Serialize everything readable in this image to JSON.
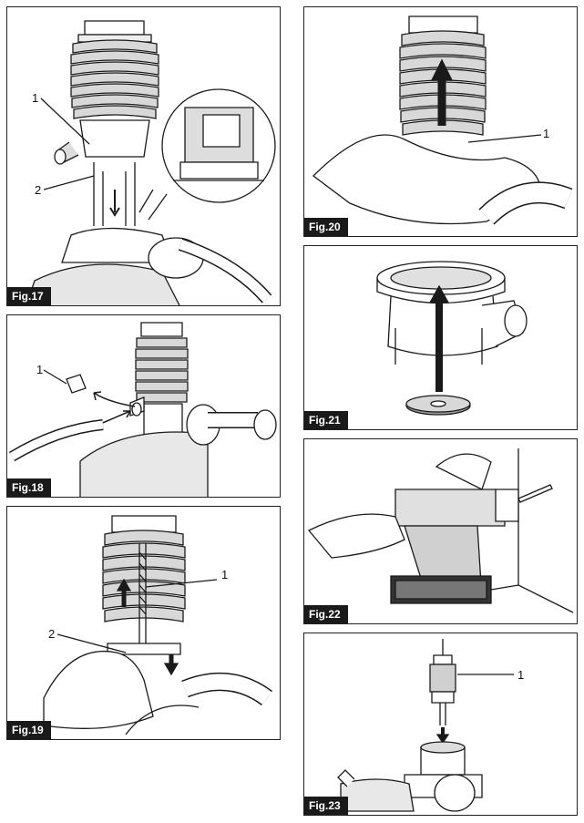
{
  "figures": [
    {
      "label": "Fig.17",
      "callouts": [
        "1",
        "2"
      ]
    },
    {
      "label": "Fig.18",
      "callouts": [
        "1"
      ]
    },
    {
      "label": "Fig.19",
      "callouts": [
        "1",
        "2"
      ]
    },
    {
      "label": "Fig.20",
      "callouts": [
        "1"
      ]
    },
    {
      "label": "Fig.21",
      "callouts": []
    },
    {
      "label": "Fig.22",
      "callouts": []
    },
    {
      "label": "Fig.23",
      "callouts": [
        "1"
      ]
    }
  ],
  "colors": {
    "ink": "#1a1a1a",
    "label_bg": "#1a1a1a",
    "label_text": "#ffffff",
    "shade": "#d8d8d8"
  }
}
